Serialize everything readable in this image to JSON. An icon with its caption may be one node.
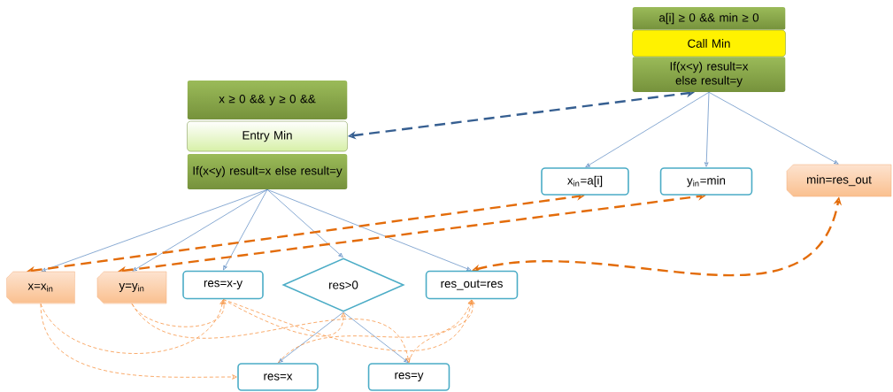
{
  "diagram": {
    "nodes": [
      {
        "text": [
          "a[i] ≥ 0 && min ≥ 0"
        ]
      },
      {
        "text": [
          "Call Min"
        ]
      },
      {
        "text": [
          "If(x<y) result=x else result=y"
        ]
      },
      {
        "text": [
          "x ≥ 0 && y ≥ 0 &&"
        ]
      },
      {
        "text": [
          "Entry Min"
        ]
      },
      {
        "text": [
          "If(x<y) result=x else result=y"
        ]
      },
      {
        "text": [
          "x$_{in}$=a[i]"
        ]
      },
      {
        "text": [
          "y$_{in}$=min"
        ]
      },
      {
        "text": [
          "min=res_out"
        ]
      },
      {
        "text": [
          "x=x$_{in}$"
        ]
      },
      {
        "text": [
          "y=y$_{in}$"
        ]
      },
      {
        "text": [
          "res=x-y"
        ]
      },
      {
        "text": [
          "res>0"
        ]
      },
      {
        "text": [
          "res_out=res"
        ]
      },
      {
        "text": [
          "res=x"
        ]
      },
      {
        "text": [
          "res=y"
        ]
      }
    ],
    "edges": [
      {
        "from": 2,
        "to": 6,
        "arrow": "to",
        "color": "#4f81bd"
      },
      {
        "from": 2,
        "to": 7,
        "arrow": "to",
        "color": "#4f81bd"
      },
      {
        "from": 2,
        "to": 8,
        "arrow": "to",
        "color": "#4f81bd"
      },
      {
        "from": 5,
        "to": 9,
        "arrow": "to",
        "color": "#4f81bd"
      },
      {
        "from": 5,
        "to": 10,
        "arrow": "to",
        "color": "#4f81bd"
      },
      {
        "from": 5,
        "to": 11,
        "arrow": "to",
        "color": "#4f81bd"
      },
      {
        "from": 5,
        "to": 12,
        "arrow": "to",
        "color": "#4f81bd"
      },
      {
        "from": 5,
        "to": 13,
        "arrow": "to",
        "color": "#4f81bd"
      },
      {
        "from": 12,
        "to": 14,
        "arrow": "to",
        "color": "#4f81bd"
      },
      {
        "from": 12,
        "to": 15,
        "arrow": "to",
        "color": "#4f81bd"
      },
      {
        "from": 4,
        "to": 2,
        "arrow": "both",
        "style": "dashed",
        "color": "#365f91"
      },
      {
        "from": 9,
        "to": 6,
        "arrow": "both",
        "style": "dashed",
        "color": "#e36c0a"
      },
      {
        "from": 10,
        "to": 7,
        "arrow": "both",
        "style": "dashed",
        "color": "#e36c0a"
      },
      {
        "from": 13,
        "to": 8,
        "arrow": "both",
        "style": "dashed",
        "color": "#e36c0a"
      },
      {
        "from": 9,
        "to": 14,
        "arrow": "to",
        "style": "dashed",
        "color": "#f79646"
      },
      {
        "from": 9,
        "to": 11,
        "arrow": "to",
        "style": "dashed",
        "color": "#f79646"
      },
      {
        "from": 10,
        "to": 11,
        "arrow": "to",
        "style": "dashed",
        "color": "#f79646"
      },
      {
        "from": 10,
        "to": 15,
        "arrow": "to",
        "style": "dashed",
        "color": "#f79646"
      },
      {
        "from": 11,
        "to": 12,
        "arrow": "to",
        "style": "dashed",
        "color": "#f79646"
      },
      {
        "from": 11,
        "to": 13,
        "arrow": "to",
        "style": "dashed",
        "color": "#f79646"
      },
      {
        "from": 14,
        "to": 13,
        "arrow": "to",
        "style": "dashed",
        "color": "#f79646"
      },
      {
        "from": 15,
        "to": 13,
        "arrow": "to",
        "style": "dashed",
        "color": "#f79646"
      }
    ]
  }
}
